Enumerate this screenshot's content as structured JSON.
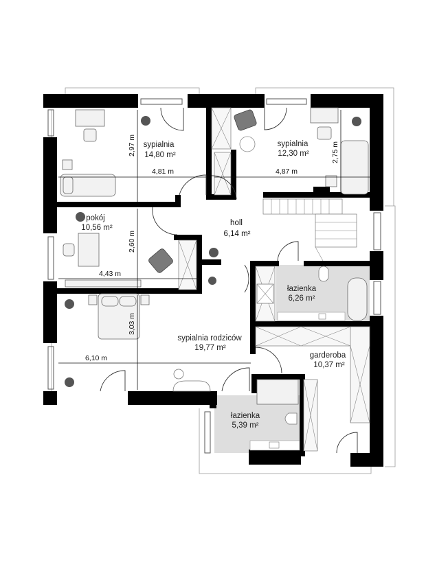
{
  "floor_plan": {
    "rooms": [
      {
        "id": "sypialnia-1",
        "name": "sypialnia",
        "area": "14,80 m²"
      },
      {
        "id": "sypialnia-2",
        "name": "sypialnia",
        "area": "12,30 m²"
      },
      {
        "id": "pokoj",
        "name": "pokój",
        "area": "10,56 m²"
      },
      {
        "id": "holl",
        "name": "holl",
        "area": "6,14 m²"
      },
      {
        "id": "lazienka-1",
        "name": "łazienka",
        "area": "6,26 m²"
      },
      {
        "id": "sypialnia-rodzicow",
        "name": "sypialnia rodziców",
        "area": "19,77 m²"
      },
      {
        "id": "garderoba",
        "name": "garderoba",
        "area": "10,37 m²"
      },
      {
        "id": "lazienka-2",
        "name": "łazienka",
        "area": "5,39 m²"
      }
    ],
    "dimensions": {
      "sypialnia_1_height": "2,97 m",
      "sypialnia_1_width": "4,81 m",
      "sypialnia_2_height": "2,75 m",
      "sypialnia_2_width": "4,87 m",
      "pokoj_height": "2,60 m",
      "pokoj_width": "4,43 m",
      "rodzicow_height": "3,03 m",
      "rodzicow_width": "6,10 m"
    },
    "colors": {
      "wall": "#000000",
      "wet_floor": "#dedede",
      "background": "#ffffff"
    }
  }
}
